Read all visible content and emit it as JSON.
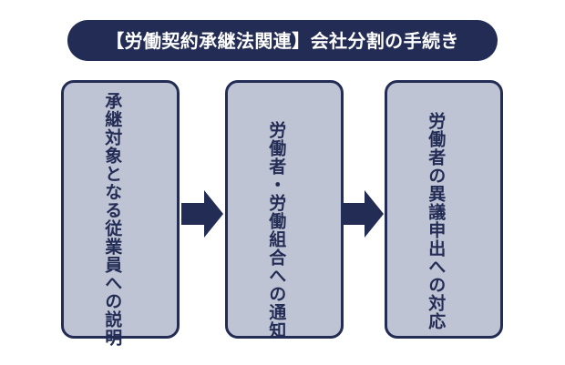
{
  "diagram": {
    "title": "【労働契約承継法関連】会社分割の手続き",
    "colors": {
      "navy": "#232c54",
      "box_fill": "#bfc4d4",
      "background": "#ffffff",
      "title_text": "#ffffff"
    },
    "steps": [
      {
        "order": 1,
        "label": "承継対象となる従業員への説明"
      },
      {
        "order": 2,
        "label": "労働者・労働組合への通知"
      },
      {
        "order": 3,
        "label": "労働者の異議申出への対応"
      }
    ],
    "connectors": [
      {
        "from": 1,
        "to": 2,
        "icon": "right-arrow-icon"
      },
      {
        "from": 2,
        "to": 3,
        "icon": "right-arrow-icon"
      }
    ]
  }
}
